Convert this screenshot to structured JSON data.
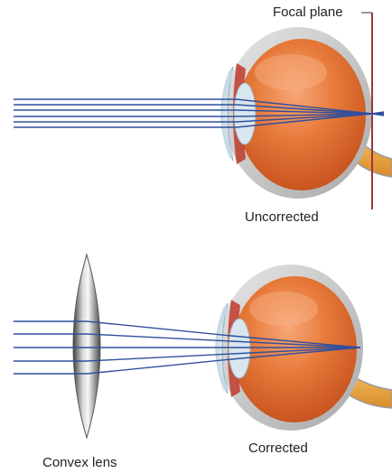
{
  "labels": {
    "focal_plane": "Focal plane",
    "uncorrected": "Uncorrected",
    "corrected": "Corrected",
    "convex_lens": "Convex lens"
  },
  "colors": {
    "ray": "#2f4f9e",
    "focal_line": "#a33333",
    "sclera": "#c9c9c9",
    "eye_interior": "#e06a2a",
    "eye_highlight": "#f5a572",
    "optic_nerve": "#e8a43c",
    "lens_dark": "#4a4a4a",
    "lens_light": "#f2f2f2"
  },
  "icons": [
    "eyeball-icon",
    "convex-lens-icon"
  ]
}
